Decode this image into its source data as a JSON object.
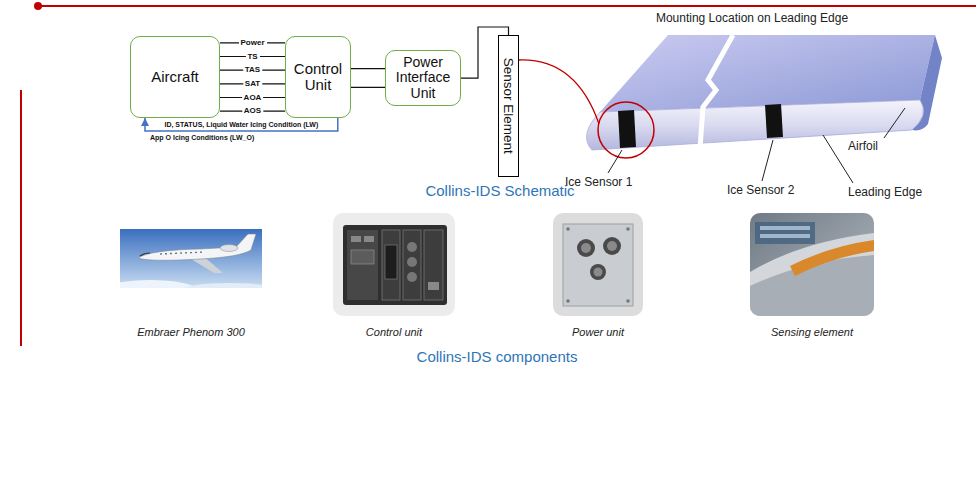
{
  "diagram": {
    "nodes": [
      {
        "text": [
          "Aircraft"
        ]
      },
      {
        "text": [
          "Control Unit"
        ]
      },
      {
        "text": [
          "Power Interface Unit"
        ]
      },
      {
        "text": [
          "Sensor Element"
        ]
      }
    ],
    "edges": [
      {
        "from": 0,
        "to": 1,
        "label": "Power",
        "arrow": "none"
      },
      {
        "from": 0,
        "to": 1,
        "label": "TS",
        "arrow": "none"
      },
      {
        "from": 0,
        "to": 1,
        "label": "TAS",
        "arrow": "none"
      },
      {
        "from": 0,
        "to": 1,
        "label": "SAT",
        "arrow": "none"
      },
      {
        "from": 0,
        "to": 1,
        "label": "AOA",
        "arrow": "none"
      },
      {
        "from": 0,
        "to": 1,
        "label": "AOS",
        "arrow": "none"
      },
      {
        "from": 1,
        "to": 0,
        "label": "ID, STATUS, Liquid Water Icing Condition (LW)",
        "arrow": "to"
      },
      {
        "from": 1,
        "to": 2,
        "arrow": "none"
      },
      {
        "from": 1,
        "to": 2,
        "arrow": "none"
      },
      {
        "from": 2,
        "to": 3,
        "arrow": "none"
      }
    ],
    "labels": [
      "Mounting Location on Leading Edge",
      "Ice Sensor 1",
      "Ice Sensor 2",
      "Airfoil",
      "Leading Edge",
      "App O Icing Conditions (LW_O)",
      "Collins-IDS Schematic",
      "Embraer Phenom 300",
      "Control unit",
      "Power unit",
      "Sensing element",
      "Collins-IDS components"
    ]
  }
}
